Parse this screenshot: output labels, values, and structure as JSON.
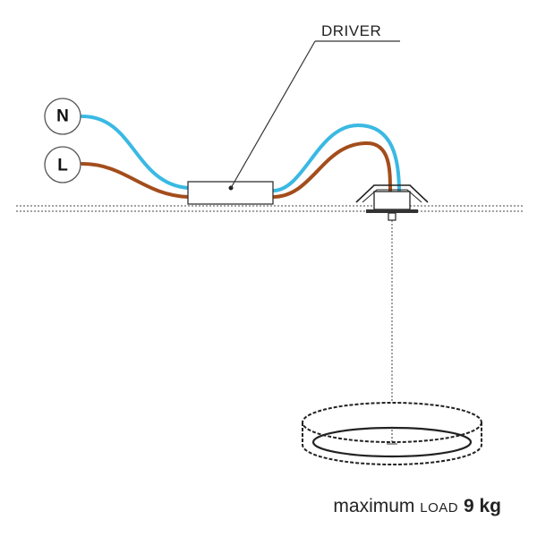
{
  "labels": {
    "driver": "DRIVER",
    "neutral": "N",
    "live": "L"
  },
  "caption": {
    "prefix": "maximum",
    "load_word": "LOAD",
    "value": "9 kg"
  },
  "colors": {
    "neutral_wire": "#3ab9e3",
    "live_wire": "#a34d1c",
    "line": "#333333"
  }
}
